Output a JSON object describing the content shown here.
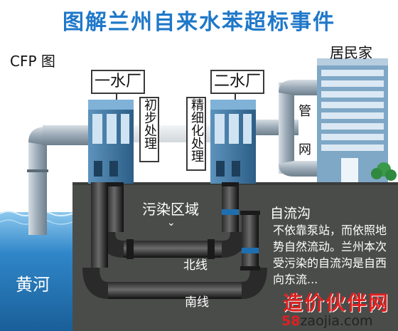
{
  "title": "图解兰州自来水苯超标事件",
  "credit": "CFP 图",
  "plants": {
    "plant1": "一水厂",
    "process1": "初步处理",
    "plant2": "二水厂",
    "process2": "精细化处理"
  },
  "residence": {
    "label": "居民家",
    "pipe_top": "管",
    "pipe_bottom": "网"
  },
  "underground": {
    "pollution_zone": "污染区域",
    "arrow": "⌄",
    "river": "黄河",
    "north_line": "北线",
    "south_line": "南线",
    "ditch_title": "自流沟",
    "ditch_desc": "不依靠泵站，而依照地势自然流动。兰州本次受污染的自流沟是自西向东流..."
  },
  "watermark": {
    "text": "造价伙伴网",
    "url_num": "58",
    "url_rest": "zaojia.com"
  },
  "colors": {
    "title": "#1f78c8",
    "ground": "#4a4c4a",
    "water": "#2f86c8",
    "building": "#2f6e9e",
    "pipe": "#9fb0bc",
    "watermark": "#e02020"
  }
}
